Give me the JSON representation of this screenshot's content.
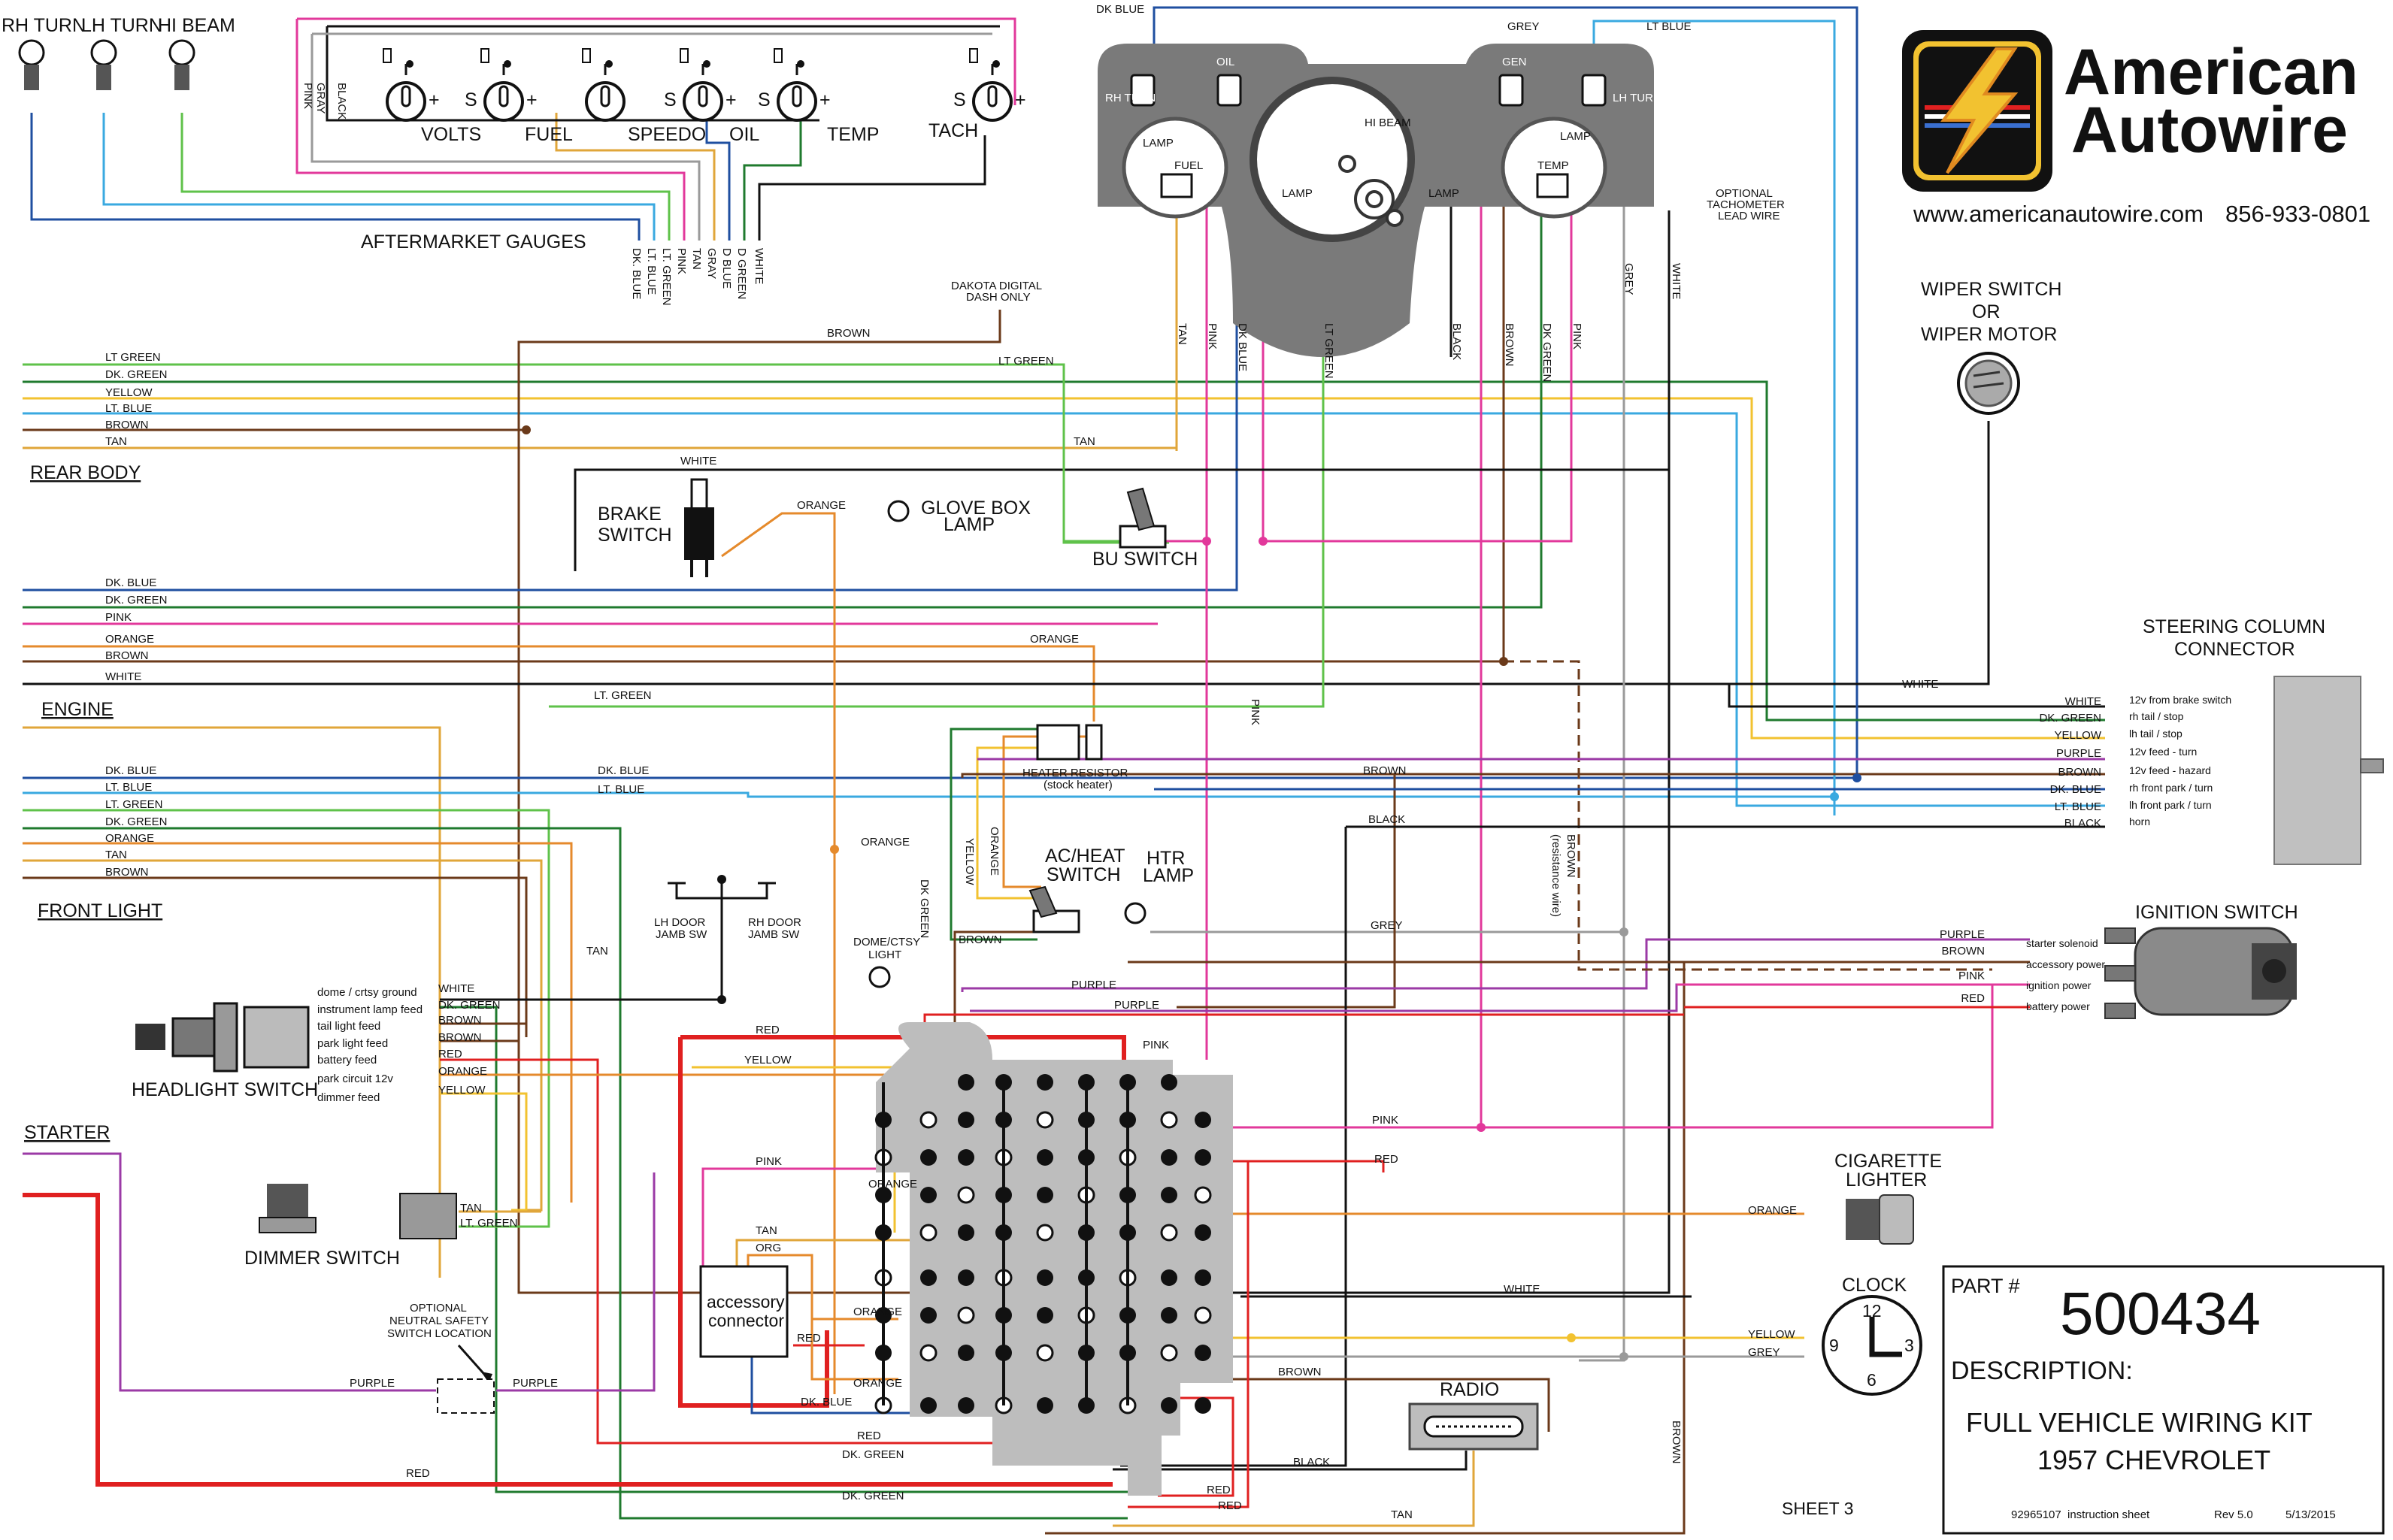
{
  "brand": {
    "name_line1": "American",
    "name_line2": "Autowire",
    "website": "www.americanautowire.com",
    "phone": "856-933-0801"
  },
  "title_block": {
    "part_label": "PART #",
    "part_number": "500434",
    "description_label": "DESCRIPTION:",
    "desc_line1": "FULL VEHICLE WIRING KIT",
    "desc_line2": "1957 CHEVROLET",
    "sheet": "SHEET 3",
    "drawing_number": "92965107",
    "sheet_type": "instruction sheet",
    "revision": "Rev  5.0",
    "date": "5/13/2015"
  },
  "gauges": {
    "title": "AFTERMARKET GAUGES",
    "volts": "VOLTS",
    "fuel": "FUEL",
    "speedo": "SPEEDO",
    "oil": "OIL",
    "temp": "TEMP",
    "tach": "TACH",
    "s": "S",
    "plus": "+",
    "wire_gray": "GRAY",
    "wire_pink": "PINK",
    "wire_black": "BLACK"
  },
  "indicators": {
    "rh_turn": "RH TURN",
    "lh_turn": "LH TURN",
    "hi_beam": "HI BEAM"
  },
  "gauge_leads": [
    "DK. BLUE",
    "LT. BLUE",
    "LT. GREEN",
    "PINK",
    "TAN",
    "GRAY",
    "D BLUE",
    "D GREEN",
    "WHITE"
  ],
  "dash": {
    "rh_turn": "RH TURN",
    "lh_turn": "LH TURN",
    "oil": "OIL",
    "gen": "GEN",
    "hi_beam": "HI BEAM",
    "lamp": "LAMP",
    "fuel": "FUEL",
    "temp": "TEMP",
    "wire_dk_blue": "DK BLUE",
    "wire_grey": "GREY",
    "wire_lt_blue": "LT BLUE",
    "tach_note": [
      "OPTIONAL",
      "TACHOMETER",
      "LEAD WIRE"
    ],
    "dakota_note": [
      "DAKOTA DIGITAL",
      "DASH ONLY"
    ],
    "leads": [
      "TAN",
      "PINK",
      "DK BLUE",
      "LT GREEN",
      "BLACK",
      "BROWN",
      "DK GREEN",
      "PINK",
      "GREY",
      "WHITE"
    ]
  },
  "wiper": {
    "line1": "WIPER SWITCH",
    "line2": "OR",
    "line3": "WIPER MOTOR"
  },
  "rear_body": {
    "label": "REAR BODY",
    "wires": [
      "LT GREEN",
      "DK. GREEN",
      "YELLOW",
      "LT. BLUE",
      "BROWN",
      "TAN"
    ]
  },
  "mid_wires": [
    "DK. BLUE",
    "DK. GREEN",
    "PINK",
    "ORANGE",
    "BROWN",
    "WHITE"
  ],
  "engine": {
    "label": "ENGINE"
  },
  "front_light": {
    "label": "FRONT LIGHT",
    "wires": [
      "DK. BLUE",
      "LT. BLUE",
      "LT. GREEN",
      "DK. GREEN",
      "ORANGE",
      "TAN",
      "BROWN"
    ]
  },
  "starter": {
    "label": "STARTER"
  },
  "brake": {
    "line1": "BRAKE",
    "line2": "SWITCH"
  },
  "glove": {
    "line1": "GLOVE BOX",
    "line2": "LAMP"
  },
  "bu_switch": "BU SWITCH",
  "heater": {
    "line1": "HEATER RESISTOR",
    "line2": "(stock heater)"
  },
  "acheat": {
    "line1": "AC/HEAT",
    "line2": "SWITCH"
  },
  "htr": {
    "line1": "HTR",
    "line2": "LAMP"
  },
  "door": {
    "lh": [
      "LH DOOR",
      "JAMB SW"
    ],
    "rh": [
      "RH DOOR",
      "JAMB SW"
    ]
  },
  "dome": {
    "line1": "DOME/CTSY",
    "line2": "LIGHT"
  },
  "headlight": {
    "label": "HEADLIGHT SWITCH",
    "functions": [
      "dome / crtsy ground",
      "instrument lamp feed",
      "tail light feed",
      "park light feed",
      "battery feed",
      "park circuit 12v",
      "dimmer feed"
    ],
    "wires": [
      "WHITE",
      "DK. GREEN",
      "BROWN",
      "BROWN",
      "RED",
      "ORANGE",
      "YELLOW"
    ]
  },
  "dimmer": {
    "label": "DIMMER SWITCH",
    "wires": [
      "TAN",
      "LT. GREEN"
    ]
  },
  "safety": [
    "OPTIONAL",
    "NEUTRAL SAFETY",
    "SWITCH LOCATION"
  ],
  "accessory": {
    "line1": "accessory",
    "line2": "connector"
  },
  "steering": {
    "line1": "STEERING COLUMN",
    "line2": "CONNECTOR",
    "wires": [
      "WHITE",
      "DK. GREEN",
      "YELLOW",
      "PURPLE",
      "BROWN",
      "DK. BLUE",
      "LT. BLUE",
      "BLACK"
    ],
    "functions": [
      "12v from brake switch",
      "rh tail / stop",
      "lh tail / stop",
      "12v feed -  turn",
      "12v feed - hazard",
      "rh front park / turn",
      "lh front park / turn",
      "horn"
    ]
  },
  "ignition": {
    "label": "IGNITION SWITCH",
    "wires": [
      "PURPLE",
      "BROWN",
      "PINK",
      "RED"
    ],
    "functions": [
      "starter solenoid",
      "accessory power",
      "ignition power",
      "battery power"
    ]
  },
  "cigarette": {
    "line1": "CIGARETTE",
    "line2": "LIGHTER"
  },
  "clock": {
    "label": "CLOCK",
    "n12": "12",
    "n3": "3",
    "n6": "6",
    "n9": "9"
  },
  "radio": {
    "label": "RADIO"
  },
  "wire_labels": {
    "brown": "BROWN",
    "lt_green": "LT GREEN",
    "tan": "TAN",
    "white": "WHITE",
    "orange": "ORANGE",
    "lt_green2": "LT. GREEN",
    "pink": "PINK",
    "dk_blue": "DK. BLUE",
    "lt_blue": "LT. BLUE",
    "dk_green": "DK GREEN",
    "yellow": "YELLOW",
    "grey": "GREY",
    "black": "BLACK",
    "purple": "PURPLE",
    "red": "RED",
    "org": "ORG",
    "dk_green2": "DK. GREEN",
    "resistance": "BROWN",
    "resistance2": "(resistance wire)"
  },
  "colors": {
    "dk_blue": "#1f4fa0",
    "lt_blue": "#3aa9e0",
    "lt_green": "#5fc24a",
    "dk_green": "#1f7a2e",
    "pink": "#e2389b",
    "tan": "#e0a63a",
    "brown": "#6b3a1a",
    "orange": "#e58a2c",
    "yellow": "#f2c230",
    "red": "#e02020",
    "purple": "#9b3aa6",
    "grey": "#9a9a9a",
    "black": "#111111",
    "dash": "#7a7a7a"
  }
}
